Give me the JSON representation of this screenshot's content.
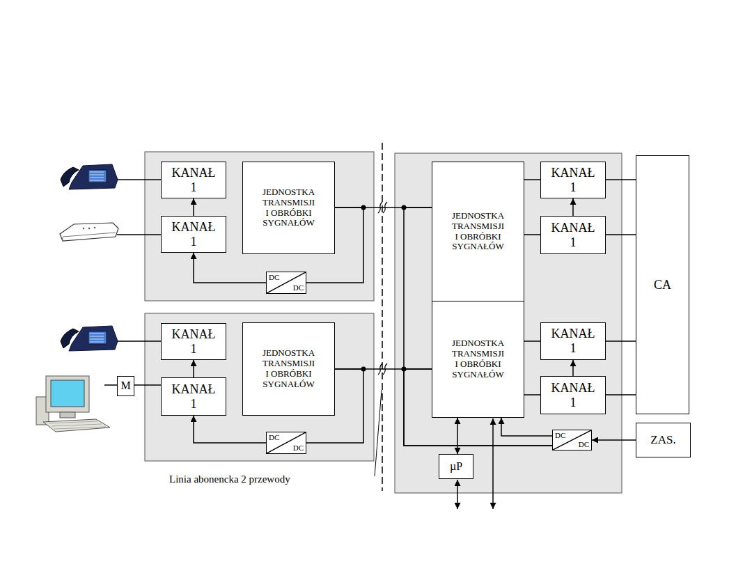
{
  "diagram": {
    "nodes": [
      {
        "text": [
          "KANAŁ 1"
        ]
      },
      {
        "text": [
          "KANAŁ 1"
        ]
      },
      {
        "text": [
          "JEDNOSTKA TRANSMISJI I OBRÓBKI SYGNAŁÓW"
        ]
      },
      {
        "text": [
          "DC",
          "DC"
        ]
      },
      {
        "text": [
          "KANAŁ 1"
        ]
      },
      {
        "text": [
          "M"
        ]
      },
      {
        "text": [
          "KANAŁ 1"
        ]
      },
      {
        "text": [
          "JEDNOSTKA TRANSMISJI I OBRÓBKI SYGNAŁÓW"
        ]
      },
      {
        "text": [
          "DC",
          "DC"
        ]
      },
      {
        "text": [
          "JEDNOSTKA TRANSMISJI I OBRÓBKI SYGNAŁÓW"
        ]
      },
      {
        "text": [
          "KANAŁ 1"
        ]
      },
      {
        "text": [
          "KANAŁ 1"
        ]
      },
      {
        "text": [
          "CA"
        ]
      },
      {
        "text": [
          "JEDNOSTKA TRANSMISJI I OBRÓBKI SYGNAŁÓW"
        ]
      },
      {
        "text": [
          "KANAŁ 1"
        ]
      },
      {
        "text": [
          "KANAŁ 1"
        ]
      },
      {
        "text": [
          "DC",
          "DC"
        ]
      },
      {
        "text": [
          "ZAS."
        ]
      },
      {
        "text": [
          "µP"
        ]
      }
    ],
    "edges": [
      {
        "from": 1,
        "to": 0,
        "arrow": "to"
      },
      {
        "from": 3,
        "to": 1,
        "arrow": "to"
      },
      {
        "from": 2,
        "to": 3,
        "arrow": "none"
      },
      {
        "from": 2,
        "to": 9,
        "arrow": "none"
      },
      {
        "from": 6,
        "to": 4,
        "arrow": "to"
      },
      {
        "from": 5,
        "to": 6,
        "arrow": "none"
      },
      {
        "from": 8,
        "to": 6,
        "arrow": "to"
      },
      {
        "from": 7,
        "to": 8,
        "arrow": "none"
      },
      {
        "from": 7,
        "to": 13,
        "arrow": "none"
      },
      {
        "from": 9,
        "to": 10,
        "arrow": "none"
      },
      {
        "from": 9,
        "to": 11,
        "arrow": "none"
      },
      {
        "from": 11,
        "to": 10,
        "arrow": "to"
      },
      {
        "from": 10,
        "to": 12,
        "arrow": "none"
      },
      {
        "from": 11,
        "to": 12,
        "arrow": "none"
      },
      {
        "from": 13,
        "to": 14,
        "arrow": "none"
      },
      {
        "from": 13,
        "to": 15,
        "arrow": "none"
      },
      {
        "from": 15,
        "to": 14,
        "arrow": "to"
      },
      {
        "from": 14,
        "to": 12,
        "arrow": "none"
      },
      {
        "from": 15,
        "to": 12,
        "arrow": "none"
      },
      {
        "from": 17,
        "to": 16,
        "arrow": "to"
      },
      {
        "from": 16,
        "to": 13,
        "arrow": "to"
      },
      {
        "from": 16,
        "to": 9,
        "arrow": "none"
      },
      {
        "from": 16,
        "to": 13,
        "arrow": "none"
      },
      {
        "from": 18,
        "to": 13,
        "arrow": "both"
      }
    ],
    "labels": [
      "Linia abonencka 2 przewody"
    ]
  }
}
